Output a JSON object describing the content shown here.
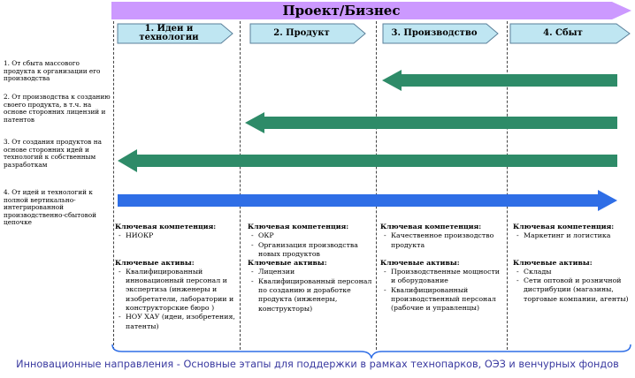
{
  "banner": {
    "title": "Проект/Бизнес",
    "color": "#cc99ff"
  },
  "stages": [
    {
      "label": "1. Идеи и технологии"
    },
    {
      "label": "2. Продукт"
    },
    {
      "label": "3. Производство"
    },
    {
      "label": "4. Сбыт"
    }
  ],
  "stage_color": "#bfe6f2",
  "flows": [
    {
      "label": "1. От сбыта массового продукта к организации его производства",
      "direction": "left",
      "color": "#2e8b68"
    },
    {
      "label": "2. От производства к созданию своего продукта, в т.ч. на основе сторонних лицензий и патентов",
      "direction": "left",
      "color": "#2e8b68"
    },
    {
      "label": "3. От создания продуктов на основе сторонних идей и технологий к собственным разработкам",
      "direction": "left",
      "color": "#2e8b68"
    },
    {
      "label": "4. От идей и технологий к полной вертикально-интегрированной производственно-сбытовой цепочке",
      "direction": "right",
      "color": "#2f6ee6"
    }
  ],
  "columns": [
    {
      "competence_head": "Ключевая компетенция:",
      "competence_items": [
        "НИОКР"
      ],
      "assets_head": "Ключевые активы:",
      "assets_items": [
        "Квалифицированный инновационный персонал и экспертиза (инженеры и изобретатели, лаборатории и конструкторские бюро )",
        "НОУ ХАУ (идеи, изобретения, патенты)"
      ]
    },
    {
      "competence_head": "Ключевая компетенция:",
      "competence_items": [
        "ОКР",
        "Организация производства новых продуктов"
      ],
      "assets_head": "Ключевые активы:",
      "assets_items": [
        "Лицензии",
        "Квалифицированный персонал по созданию и доработке продукта (инженеры, конструкторы)"
      ]
    },
    {
      "competence_head": "Ключевая компетенция:",
      "competence_items": [
        "Качественное производство продукта"
      ],
      "assets_head": "Ключевые активы:",
      "assets_items": [
        "Производственные мощности и оборудование",
        "Квалифицированный производственный персонал (рабочие и управленцы)"
      ]
    },
    {
      "competence_head": "Ключевая компетенция:",
      "competence_items": [
        "Маркетинг и логистика"
      ],
      "assets_head": "Ключевые активы:",
      "assets_items": [
        "Склады",
        "Сети оптовой и розничной дистрибуции (магазины, торговые компании, агенты)"
      ]
    }
  ],
  "caption": "Инновационные направления - Основные этапы для поддержки в рамках технопарков, ОЭЗ и венчурных фондов"
}
